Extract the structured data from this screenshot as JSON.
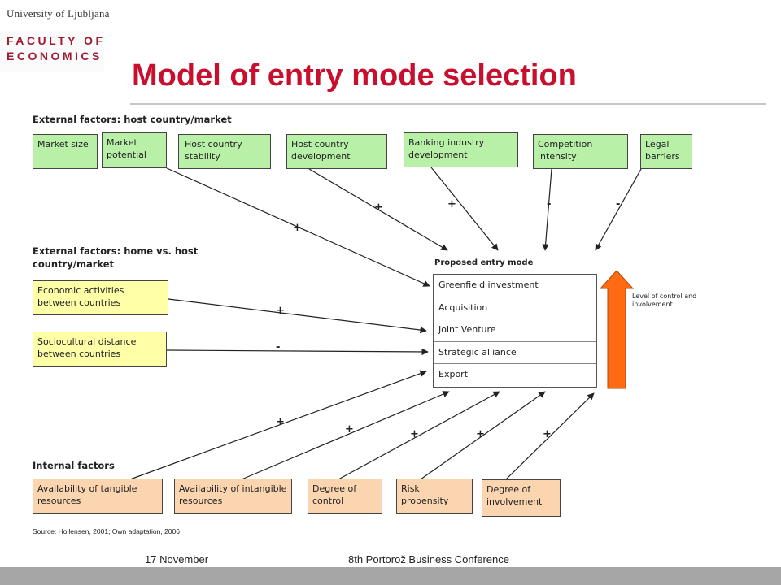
{
  "header": {
    "university": "University of Ljubljana",
    "faculty_line1": "FACULTY OF",
    "faculty_line2": "ECONOMICS",
    "title": "Model of entry mode selection"
  },
  "sections": {
    "external_host": "External factors: host country/market",
    "external_home": "External factors: home vs. host country/market",
    "internal": "Internal factors",
    "proposed": "Proposed entry mode"
  },
  "host_factors": [
    {
      "label": "Market size"
    },
    {
      "label": "Market potential"
    },
    {
      "label": "Host country stability"
    },
    {
      "label": "Host country development"
    },
    {
      "label": "Banking industry development"
    },
    {
      "label": "Competition intensity"
    },
    {
      "label": "Legal barriers"
    }
  ],
  "home_factors": [
    {
      "label": "Economic activities between countries"
    },
    {
      "label": "Sociocultural distance between countries"
    }
  ],
  "internal_factors": [
    {
      "label": "Availability of tangible resources"
    },
    {
      "label": "Availability of intangible resources"
    },
    {
      "label": "Degree of control"
    },
    {
      "label": "Risk propensity"
    },
    {
      "label": "Degree of involvement"
    }
  ],
  "entry_modes": [
    "Greenfield investment",
    "Acquisition",
    "Joint Venture",
    "Strategic alliance",
    "Export"
  ],
  "signs": {
    "market_potential": "+",
    "host_development": "+",
    "banking": "+",
    "competition": "-",
    "legal": "-",
    "economic": "+",
    "sociocultural": "-",
    "tangible": "+",
    "intangible": "+",
    "control": "+",
    "risk": "+",
    "involvement": "+"
  },
  "level_label": "Level of control and involvement",
  "source": "Source: Hollensen, 2001; Own adaptation, 2006",
  "footer": {
    "date": "17 November",
    "conference": "8th Portorož Business Conference"
  },
  "colors": {
    "title": "#c8102e",
    "host_box": "#b8f0a8",
    "home_box": "#ffffa8",
    "internal_box": "#fbd5b0",
    "arrow": "#ff6a13"
  }
}
